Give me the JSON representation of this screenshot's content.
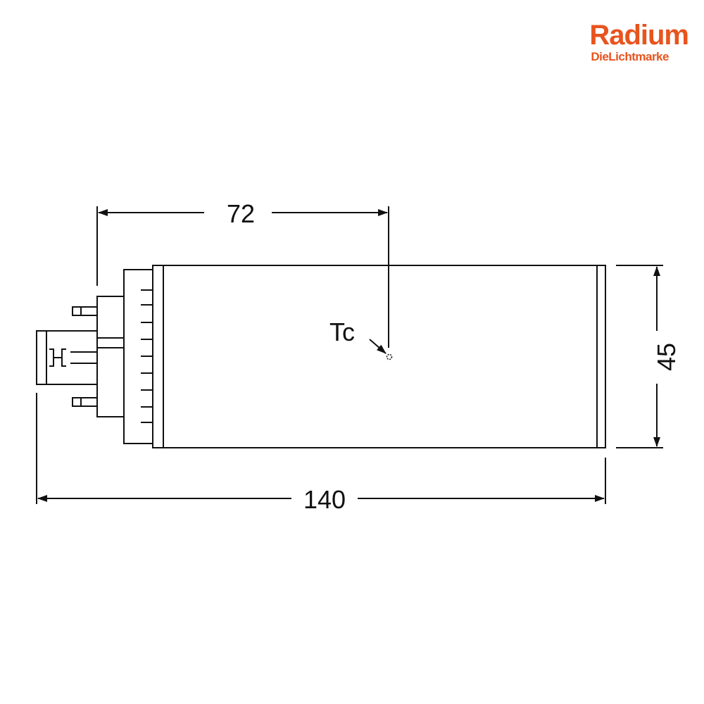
{
  "brand": {
    "name": "Radium",
    "tagline": "DieLichtmarke",
    "color": "#e8541e"
  },
  "drawing": {
    "line_color": "#111111",
    "dimensions": {
      "tc_distance": "72",
      "total_length": "140",
      "height": "45"
    },
    "tc_label": "Tc"
  }
}
